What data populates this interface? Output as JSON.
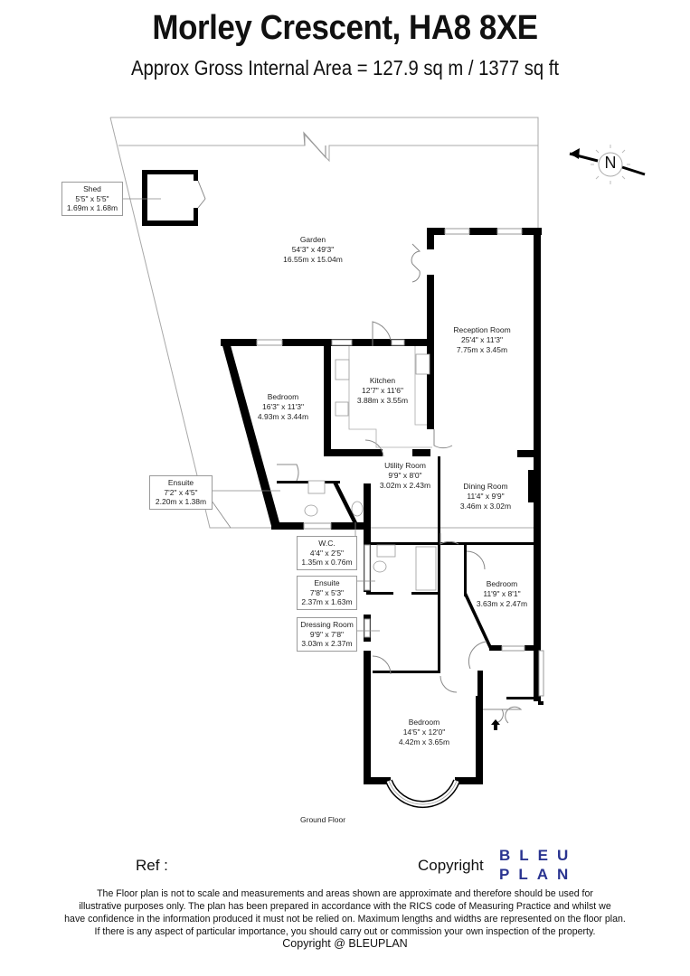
{
  "header": {
    "title": "Morley Crescent, HA8 8XE",
    "subtitle": "Approx Gross Internal Area = 127.9 sq m / 1377 sq ft"
  },
  "compass": {
    "icon": "north-arrow-icon",
    "label": "N"
  },
  "floor_label": "Ground Floor",
  "rooms": {
    "garden": {
      "name": "Garden",
      "imperial": "54'3\" x 49'3\"",
      "metric": "16.55m x 15.04m"
    },
    "reception": {
      "name": "Reception Room",
      "imperial": "25'4\" x 11'3\"",
      "metric": "7.75m x 3.45m"
    },
    "kitchen": {
      "name": "Kitchen",
      "imperial": "12'7\" x 11'6\"",
      "metric": "3.88m x 3.55m"
    },
    "bedroom1": {
      "name": "Bedroom",
      "imperial": "16'3\" x 11'3\"",
      "metric": "4.93m x 3.44m"
    },
    "utility": {
      "name": "Utility Room",
      "imperial": "9'9\" x 8'0\"",
      "metric": "3.02m x 2.43m"
    },
    "dining": {
      "name": "Dining Room",
      "imperial": "11'4\" x 9'9\"",
      "metric": "3.46m x 3.02m"
    },
    "bedroom2": {
      "name": "Bedroom",
      "imperial": "11'9\" x 8'1\"",
      "metric": "3.63m x 2.47m"
    },
    "bedroom3": {
      "name": "Bedroom",
      "imperial": "14'5\" x 12'0\"",
      "metric": "4.42m x 3.65m"
    }
  },
  "callouts": {
    "shed": {
      "name": "Shed",
      "imperial": "5'5\" x 5'5\"",
      "metric": "1.69m x 1.68m"
    },
    "ensuite1": {
      "name": "Ensuite",
      "imperial": "7'2\" x 4'5\"",
      "metric": "2.20m x 1.38m"
    },
    "wc": {
      "name": "W.C.",
      "imperial": "4'4\" x 2'5\"",
      "metric": "1.35m x 0.76m"
    },
    "ensuite2": {
      "name": "Ensuite",
      "imperial": "7'8\" x 5'3\"",
      "metric": "2.37m x 1.63m"
    },
    "dressing": {
      "name": "Dressing Room",
      "imperial": "9'9\" x 7'8\"",
      "metric": "3.03m x 2.37m"
    }
  },
  "footer": {
    "ref_label": "Ref  :",
    "copyright_label": "Copyright",
    "logo_line1": "BLEU",
    "logo_line2": "PLAN",
    "logo_color": "#2a3490",
    "disclaimer": [
      "The Floor plan is not to scale and measurements and areas shown are approximate and therefore should be used for",
      "illustrative purposes only. The plan has been prepared in accordance with the RICS code of Measuring Practice and whilst we",
      "have confidence in the information produced it must not be relied on. Maximum lengths and widths are represented on the floor plan.",
      "If there is any aspect of particular importance, you should carry out or commission your own inspection of the property."
    ],
    "copyright_line": "Copyright @ BLEUPLAN"
  }
}
